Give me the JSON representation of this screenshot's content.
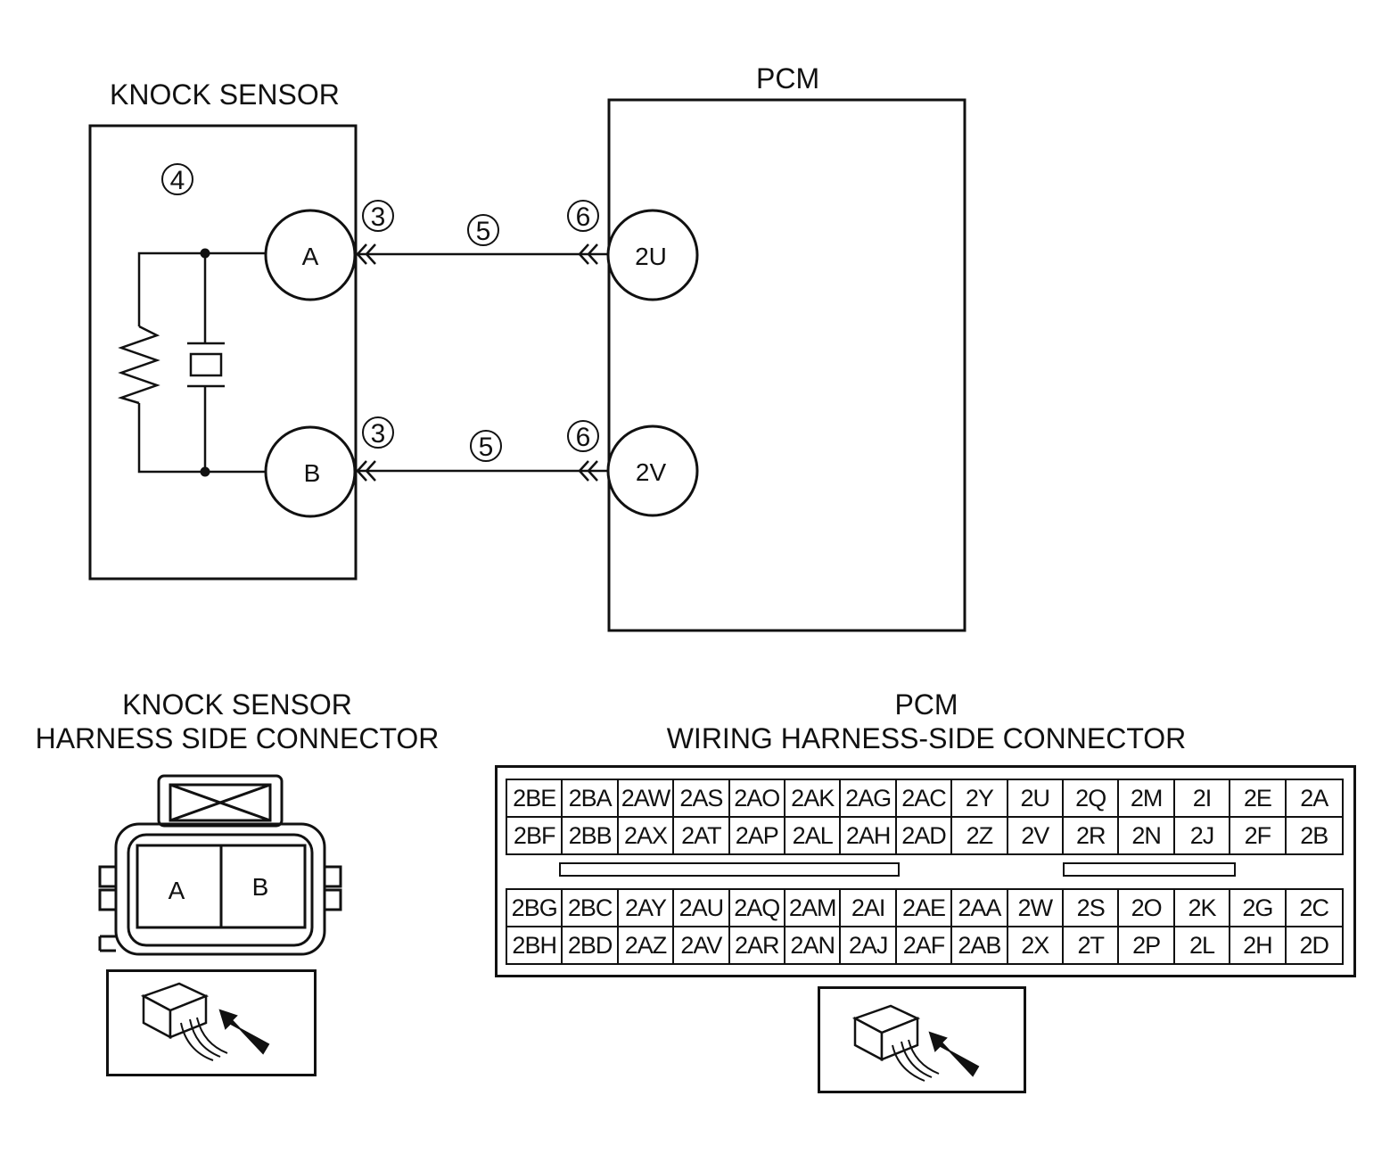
{
  "schematic": {
    "knock_sensor_title": "KNOCK SENSOR",
    "pcm_title": "PCM",
    "sensor_callout": "4",
    "terminal_a": "A",
    "terminal_b": "B",
    "pcm_terminal_top": "2U",
    "pcm_terminal_bottom": "2V",
    "connector_callout": "3",
    "wire_callout": "5",
    "pcm_connector_callout": "6"
  },
  "sensor_connector": {
    "title_line1": "KNOCK SENSOR",
    "title_line2": "HARNESS SIDE CONNECTOR",
    "cavity_a": "A",
    "cavity_b": "B"
  },
  "pcm_connector": {
    "title_line1": "PCM",
    "title_line2": "WIRING HARNESS-SIDE CONNECTOR",
    "upper_block": [
      [
        "2BE",
        "2BA",
        "2AW",
        "2AS",
        "2AO",
        "2AK",
        "2AG",
        "2AC",
        "2Y",
        "2U",
        "2Q",
        "2M",
        "2I",
        "2E",
        "2A"
      ],
      [
        "2BF",
        "2BB",
        "2AX",
        "2AT",
        "2AP",
        "2AL",
        "2AH",
        "2AD",
        "2Z",
        "2V",
        "2R",
        "2N",
        "2J",
        "2F",
        "2B"
      ]
    ],
    "lower_block": [
      [
        "2BG",
        "2BC",
        "2AY",
        "2AU",
        "2AQ",
        "2AM",
        "2AI",
        "2AE",
        "2AA",
        "2W",
        "2S",
        "2O",
        "2K",
        "2G",
        "2C"
      ],
      [
        "2BH",
        "2BD",
        "2AZ",
        "2AV",
        "2AR",
        "2AN",
        "2AJ",
        "2AF",
        "2AB",
        "2X",
        "2T",
        "2P",
        "2L",
        "2H",
        "2D"
      ]
    ]
  }
}
